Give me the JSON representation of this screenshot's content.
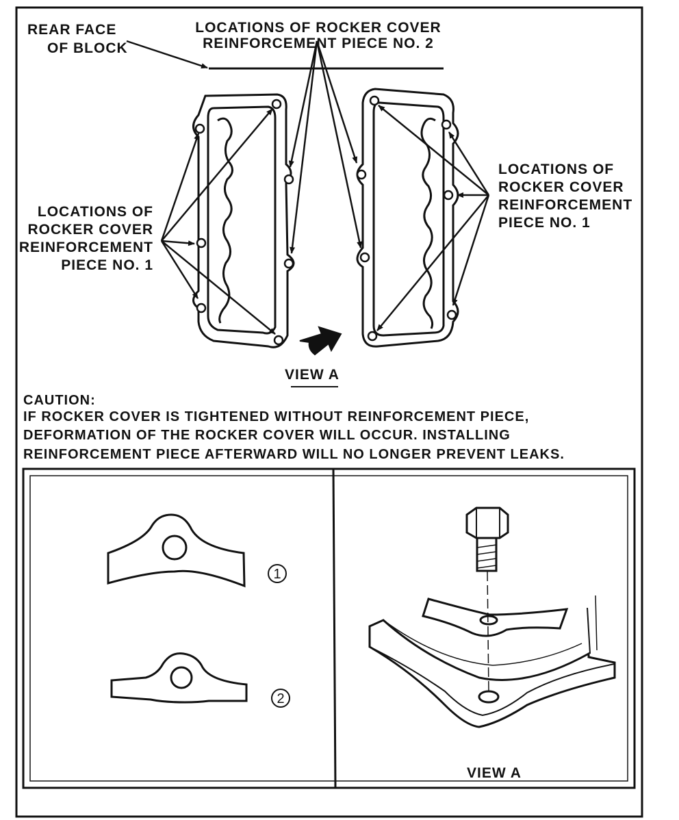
{
  "labels": {
    "rear_face_line1": "REAR FACE",
    "rear_face_line2": "OF BLOCK",
    "piece2_line1": "LOCATIONS OF ROCKER COVER",
    "piece2_line2": "REINFORCEMENT PIECE NO. 2",
    "left_piece1_line1": "LOCATIONS OF",
    "left_piece1_line2": "ROCKER COVER",
    "left_piece1_line3": "REINFORCEMENT",
    "left_piece1_line4": "PIECE NO. 1",
    "right_piece1_line1": "LOCATIONS OF",
    "right_piece1_line2": "ROCKER COVER",
    "right_piece1_line3": "REINFORCEMENT",
    "right_piece1_line4": "PIECE NO. 1",
    "view_a_top": "VIEW A",
    "view_a_bottom": "VIEW A",
    "piece_1_marker": "1",
    "piece_2_marker": "2"
  },
  "caution": {
    "title": "CAUTION:",
    "line1": "IF ROCKER COVER IS TIGHTENED WITHOUT REINFORCEMENT PIECE,",
    "line2": "DEFORMATION OF THE ROCKER COVER WILL OCCUR. INSTALLING",
    "line3": "REINFORCEMENT PIECE AFTERWARD WILL NO LONGER PREVENT LEAKS."
  },
  "colors": {
    "ink": "#111111",
    "paper": "#ffffff"
  }
}
